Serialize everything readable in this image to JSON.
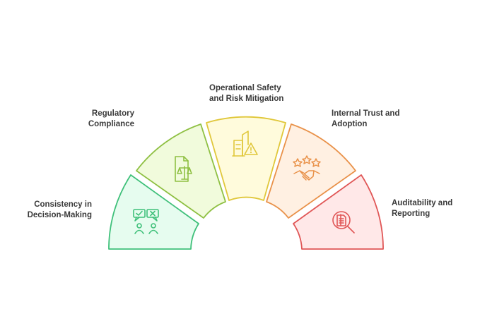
{
  "segments": [
    {
      "id": "consistency",
      "label_lines": [
        "Consistency in",
        "Decision-Making"
      ],
      "fill": "#e6fcef",
      "stroke": "#3fc07a",
      "icon": "feedback-check-cross-people-icon"
    },
    {
      "id": "regulatory",
      "label_lines": [
        "Regulatory",
        "Compliance"
      ],
      "fill": "#f1fbdc",
      "stroke": "#8fc043",
      "icon": "document-scales-icon"
    },
    {
      "id": "safety",
      "label_lines": [
        "Operational Safety",
        "and Risk Mitigation"
      ],
      "fill": "#fffbdc",
      "stroke": "#e0c73a",
      "icon": "building-warning-icon"
    },
    {
      "id": "trust",
      "label_lines": [
        "Internal Trust and",
        "Adoption"
      ],
      "fill": "#fff0e2",
      "stroke": "#e9924a",
      "icon": "stars-handshake-icon"
    },
    {
      "id": "auditability",
      "label_lines": [
        "Auditability and",
        "Reporting"
      ],
      "fill": "#ffe8e8",
      "stroke": "#e05656",
      "icon": "document-magnifier-icon"
    }
  ]
}
